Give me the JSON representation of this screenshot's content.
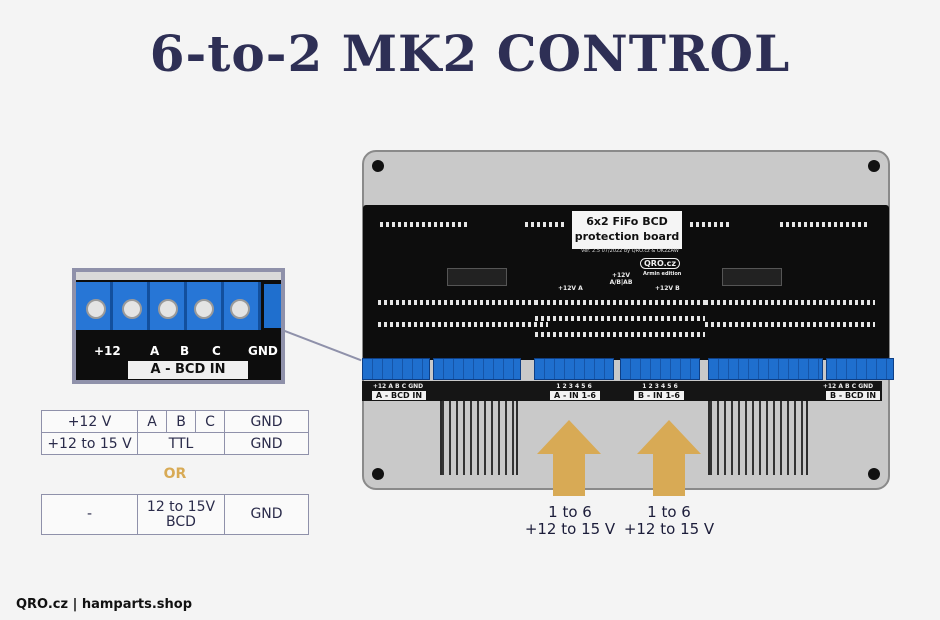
{
  "title": "6-to-2 MK2 CONTROL",
  "colors": {
    "accent": "#d8aa55",
    "title": "#2e2f55",
    "terminal_blue": "#1f6fce",
    "frame": "#8f91aa"
  },
  "board": {
    "label_line1": "6x2 FiFo BCD",
    "label_line2": "protection board",
    "version": "ver. 2.5 07/2022 by QRO.cz & OK2ZAW",
    "power_a": "+12V A",
    "power_ab": "+12V A/B|AB",
    "power_b": "+12V B",
    "logo": "QRO.cz",
    "edition": "Armin edition",
    "strips": [
      {
        "pins": "+12 A B C GND",
        "name": "A - BCD IN"
      },
      {
        "pins": "1 2 3 4 5 6",
        "name": "A - IN 1-6"
      },
      {
        "pins": "1 2 3 4 5 6",
        "name": "B - IN 1-6"
      },
      {
        "pins": "+12 A B C GND",
        "name": "B - BCD IN"
      }
    ]
  },
  "inset": {
    "pins": [
      "+12",
      "A",
      "B",
      "C",
      "GND"
    ],
    "name": "A - BCD IN"
  },
  "arrows": [
    {
      "line1": "1 to 6",
      "line2": "+12 to 15 V"
    },
    {
      "line1": "1 to 6",
      "line2": "+12 to 15 V"
    }
  ],
  "table1": {
    "row1": [
      "+12 V",
      "A",
      "B",
      "C",
      "GND"
    ],
    "row2": [
      "+12 to 15 V",
      "TTL",
      "GND"
    ]
  },
  "or_label": "OR",
  "table2": {
    "c1": "-",
    "c2_line1": "12 to 15V",
    "c2_line2": "BCD",
    "c3": "GND"
  },
  "footer": "QRO.cz | hamparts.shop"
}
